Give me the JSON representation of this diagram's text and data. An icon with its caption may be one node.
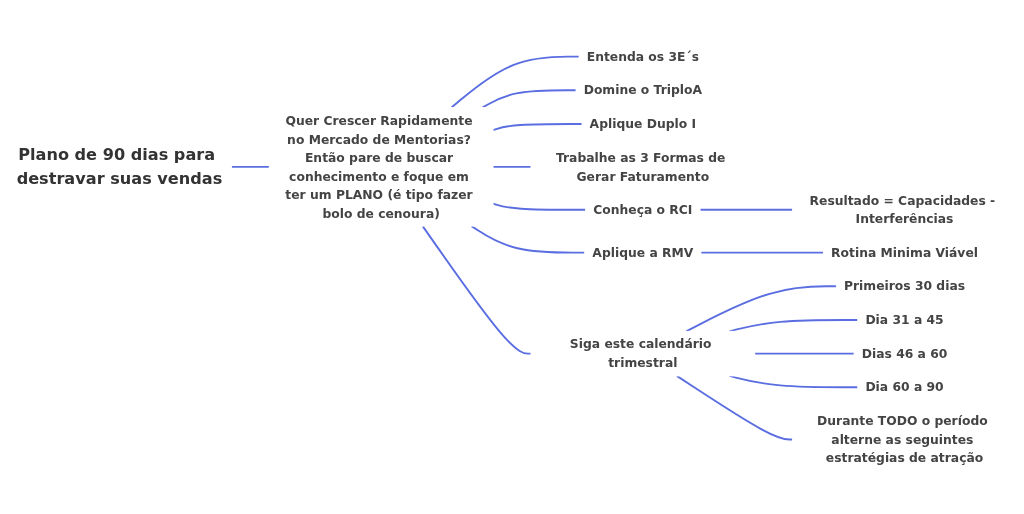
{
  "diagram": {
    "nodes": [
      {
        "text": [
          "Plano de 90 dias para destravar suas vendas"
        ]
      },
      {
        "text": [
          "Quer Crescer Rapidamente no Mercado de Mentorias? Então pare de buscar conhecimento e foque em ter um PLANO (é tipo fazer bolo de cenoura)"
        ]
      },
      {
        "text": [
          "Entenda os 3E´s"
        ]
      },
      {
        "text": [
          "Domine o TriploA"
        ]
      },
      {
        "text": [
          "Aplique Duplo I"
        ]
      },
      {
        "text": [
          "Trabalhe as 3 Formas de Gerar Faturamento"
        ]
      },
      {
        "text": [
          "Conheça o RCI"
        ]
      },
      {
        "text": [
          "Resultado = Capacidades - Interferências"
        ]
      },
      {
        "text": [
          "Aplique a RMV"
        ]
      },
      {
        "text": [
          "Rotina Minima Viável"
        ]
      },
      {
        "text": [
          "Siga este calendário trimestral"
        ]
      },
      {
        "text": [
          "Primeiros 30 dias"
        ]
      },
      {
        "text": [
          "Dia 31 a 45"
        ]
      },
      {
        "text": [
          "Dias 46 a 60"
        ]
      },
      {
        "text": [
          "Dia 60 a 90"
        ]
      },
      {
        "text": [
          "Durante TODO o período alterne as seguintes estratégias de atração"
        ]
      }
    ],
    "edges": [
      {
        "from": 0,
        "to": 1,
        "arrow": "none"
      },
      {
        "from": 1,
        "to": 2,
        "arrow": "none"
      },
      {
        "from": 1,
        "to": 3,
        "arrow": "none"
      },
      {
        "from": 1,
        "to": 4,
        "arrow": "none"
      },
      {
        "from": 1,
        "to": 5,
        "arrow": "none"
      },
      {
        "from": 1,
        "to": 6,
        "arrow": "none"
      },
      {
        "from": 6,
        "to": 7,
        "arrow": "none"
      },
      {
        "from": 1,
        "to": 8,
        "arrow": "none"
      },
      {
        "from": 8,
        "to": 9,
        "arrow": "none"
      },
      {
        "from": 1,
        "to": 10,
        "arrow": "none"
      },
      {
        "from": 10,
        "to": 11,
        "arrow": "none"
      },
      {
        "from": 10,
        "to": 12,
        "arrow": "none"
      },
      {
        "from": 10,
        "to": 13,
        "arrow": "none"
      },
      {
        "from": 10,
        "to": 14,
        "arrow": "none"
      },
      {
        "from": 10,
        "to": 15,
        "arrow": "none"
      }
    ]
  }
}
